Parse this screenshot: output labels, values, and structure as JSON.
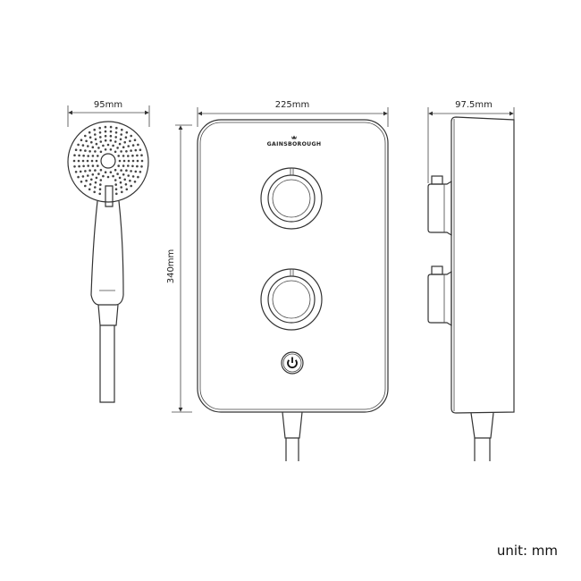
{
  "dimensions": {
    "handset_width": "95mm",
    "unit_width": "225mm",
    "unit_height": "340mm",
    "unit_depth": "97.5mm"
  },
  "brand_logo": "GAINSBOROUGH",
  "icons": [
    "power-icon",
    "crown-icon"
  ],
  "unit_label": "unit: mm",
  "line_color": "#333333"
}
